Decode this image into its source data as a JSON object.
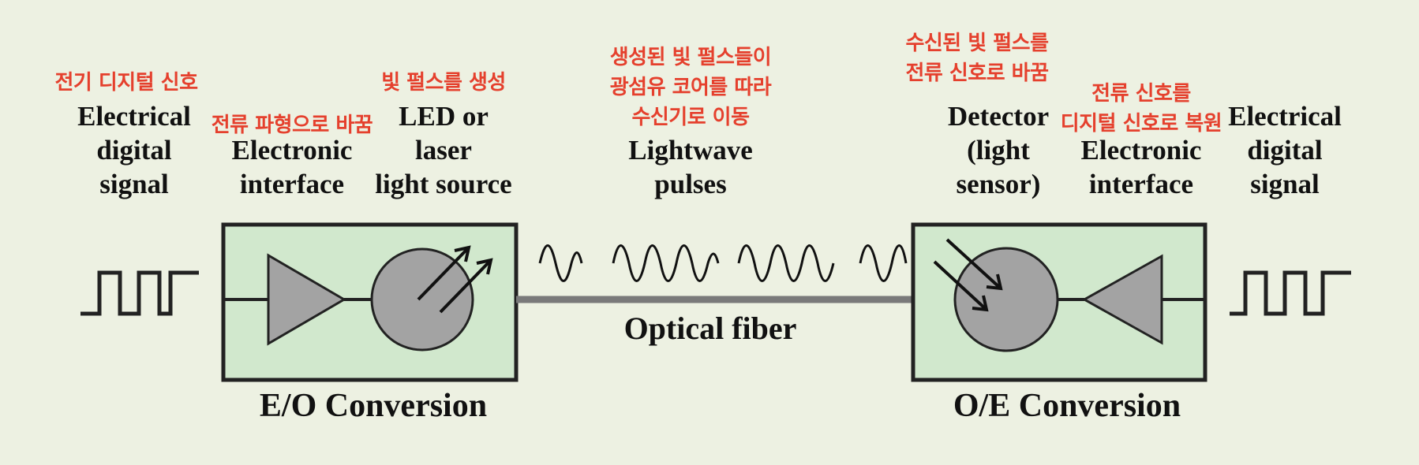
{
  "labels": {
    "electrical_left": [
      "Electrical",
      "digital",
      "signal"
    ],
    "interface_left": [
      "Electronic",
      "interface"
    ],
    "source": [
      "LED or",
      "laser",
      "light source"
    ],
    "pulses": [
      "Lightwave",
      "pulses"
    ],
    "detector": [
      "Detector",
      "(light",
      "sensor)"
    ],
    "interface_right": [
      "Electronic",
      "interface"
    ],
    "electrical_right": [
      "Electrical",
      "digital",
      "signal"
    ],
    "fiber": "Optical fiber",
    "eo": "E/O Conversion",
    "oe": "O/E Conversion"
  },
  "annotations": {
    "electrical_left": [
      "전기 디지털 신호"
    ],
    "interface_left": [
      "전류 파형으로 바꿈"
    ],
    "source": [
      "빛 펄스를 생성"
    ],
    "pulses": [
      "생성된 빛 펄스들이",
      "광섬유 코어를 따라",
      "수신기로 이동"
    ],
    "detector": [
      "수신된 빛 펄스를",
      "전류 신호로 바꿈"
    ],
    "interface_right": [
      "전류 신호를",
      "디지털 신호로 복원"
    ]
  },
  "colors": {
    "background": "#edf1e2",
    "box_fill": "#d1e8cd",
    "component_fill": "#a3a3a3",
    "annotation": "#e5402d",
    "fiber": "#7a7a7a"
  }
}
